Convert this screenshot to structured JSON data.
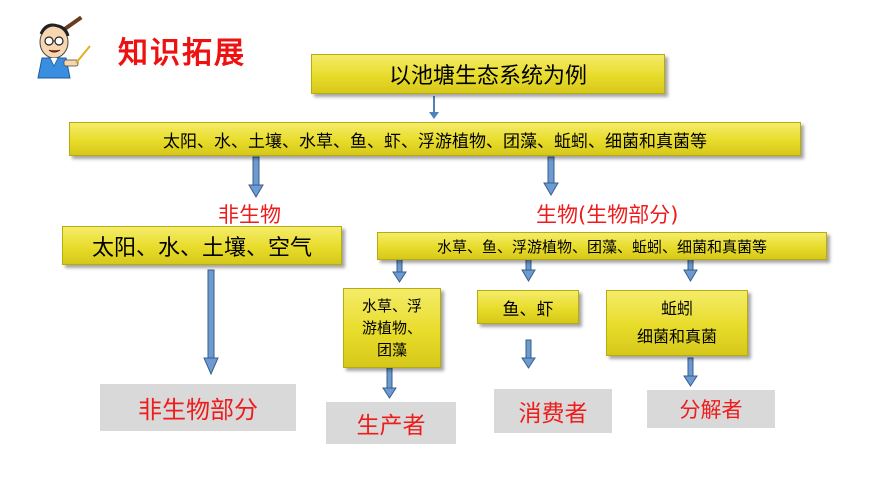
{
  "header": {
    "title": "知识拓展"
  },
  "diagram": {
    "root": "以池塘生态系统为例",
    "components": "太阳、水、土壤、水草、鱼、虾、浮游植物、团藻、蚯蚓、细菌和真菌等",
    "abiotic": {
      "label": "非生物",
      "items": "太阳、水、土壤、空气",
      "result": "非生物部分"
    },
    "biotic": {
      "label": "生物(生物部分)",
      "items": "水草、鱼、浮游植物、团藻、蚯蚓、细菌和真菌等",
      "producers": {
        "items_lines": [
          "水草、浮",
          "游植物、",
          "团藻"
        ],
        "role": "生产者"
      },
      "consumers": {
        "items": "鱼、虾",
        "role": "消费者"
      },
      "decomposers": {
        "items_lines": [
          "蚯蚓",
          "细菌和真菌"
        ],
        "role": "分解者"
      }
    }
  },
  "colors": {
    "title": "#ee1111",
    "label": "#ee1c1c",
    "box": "#e8dc2a",
    "arrow": "#4f81bd",
    "result_bg": "#d9d9d9"
  }
}
